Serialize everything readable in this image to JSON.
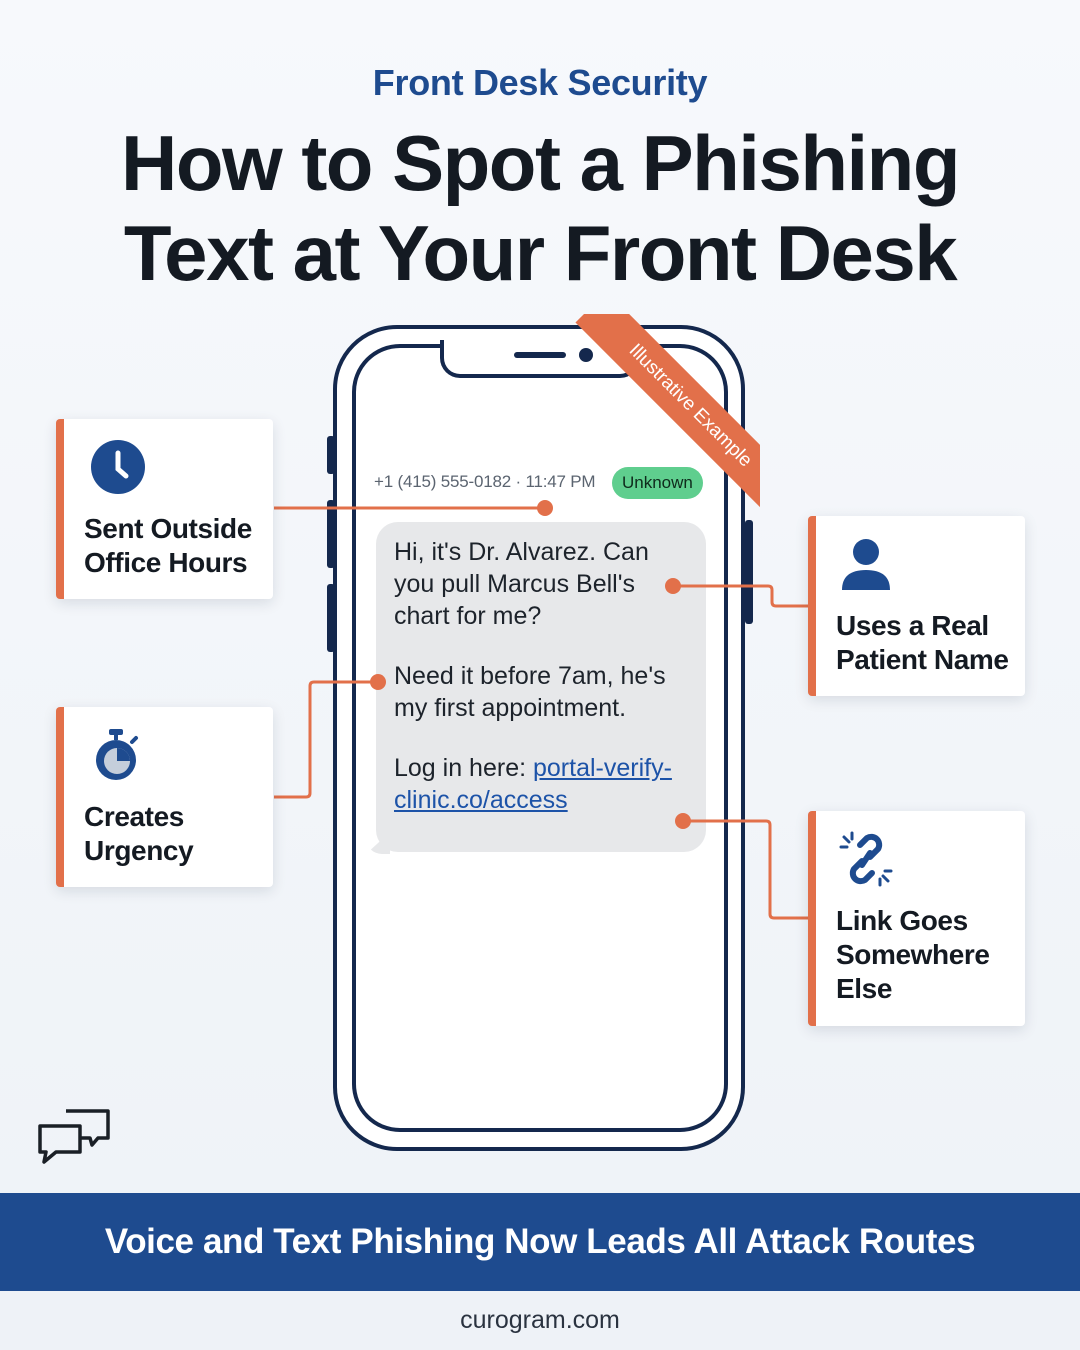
{
  "header": {
    "eyebrow": "Front Desk Security",
    "title_line1": "How to Spot a Phishing",
    "title_line2": "Text at Your Front Desk"
  },
  "phone": {
    "ribbon": "Illustrative Example",
    "sender_meta": "+1 (415) 555-0182 · 11:47 PM",
    "sender_badge": "Unknown",
    "message": {
      "paragraph1": "Hi, it's Dr. Alvarez. Can you pull Marcus Bell's chart for me?",
      "paragraph2": "Need it before 7am, he's my first appointment.",
      "link_prefix": "Log in here: ",
      "link_text": "portal-verify-clinic.co/access"
    }
  },
  "callouts": {
    "office_hours": {
      "label_line1": "Sent Outside",
      "label_line2": "Office Hours",
      "icon": "clock-icon"
    },
    "urgency": {
      "label_line1": "Creates",
      "label_line2": "Urgency",
      "icon": "stopwatch-icon"
    },
    "patient_name": {
      "label_line1": "Uses a Real",
      "label_line2": "Patient Name",
      "icon": "user-icon"
    },
    "link": {
      "label_line1": "Link Goes",
      "label_line2": "Somewhere",
      "label_line3": "Else",
      "icon": "broken-link-icon"
    }
  },
  "banner": {
    "text": "Voice and Text Phishing Now Leads All Attack Routes"
  },
  "footer": {
    "site": "curogram.com"
  },
  "colors": {
    "accent": "#e2704a",
    "navy": "#1e4b8f",
    "phone_outline": "#14284d",
    "badge_green": "#5fce8e"
  }
}
